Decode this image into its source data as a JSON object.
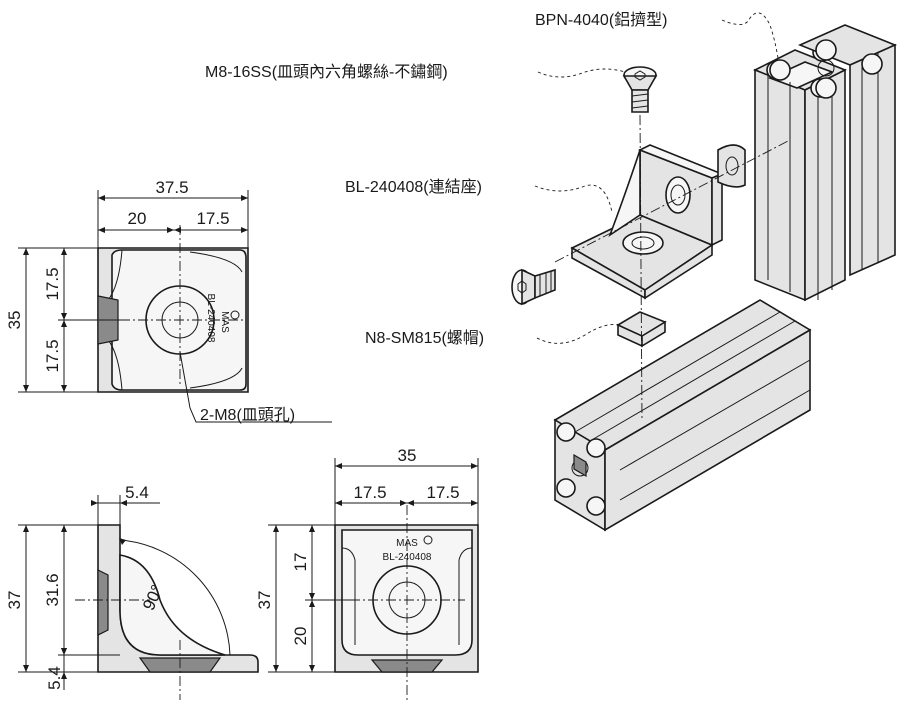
{
  "labels": {
    "profile": "BPN-4040(鋁擠型)",
    "screw": "M8-16SS(皿頭內六角螺絲-不鏽鋼)",
    "bracket": "BL-240408(連結座)",
    "nut": "N8-SM815(螺帽)",
    "hole": "2-M8(皿頭孔)"
  },
  "marking": {
    "brand": "MAS",
    "model": "BL-240408"
  },
  "top_view": {
    "overall_width": "37.5",
    "left_width": "20",
    "right_width": "17.5",
    "height": "35",
    "upper_half": "17.5",
    "lower_half": "17.5"
  },
  "side_view": {
    "thickness": "5.4",
    "height": "37",
    "inner_height": "31.6",
    "bottom_thickness": "5.4",
    "angle": "90°"
  },
  "front_view": {
    "width": "35",
    "left_half": "17.5",
    "right_half": "17.5",
    "height": "37",
    "upper": "17",
    "lower": "20"
  }
}
